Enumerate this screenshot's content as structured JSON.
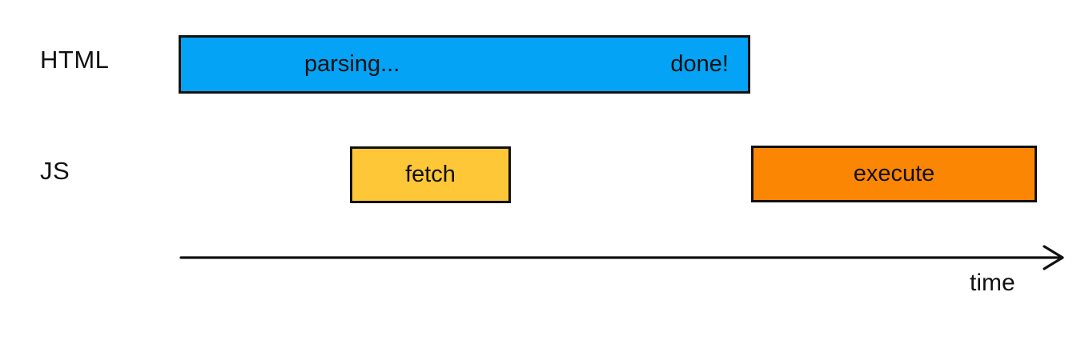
{
  "rows": {
    "html": {
      "label": "HTML",
      "parsing_bar": {
        "label_left": "parsing...",
        "label_right": "done!"
      }
    },
    "js": {
      "label": "JS",
      "fetch_bar": {
        "label": "fetch"
      },
      "execute_bar": {
        "label": "execute"
      }
    }
  },
  "axis": {
    "label": "time"
  },
  "colors": {
    "parsing-fill": "#04A3F5",
    "fetch-fill": "#FDC738",
    "execute-fill": "#FB8604",
    "outline": "#111111",
    "text": "#111111"
  }
}
